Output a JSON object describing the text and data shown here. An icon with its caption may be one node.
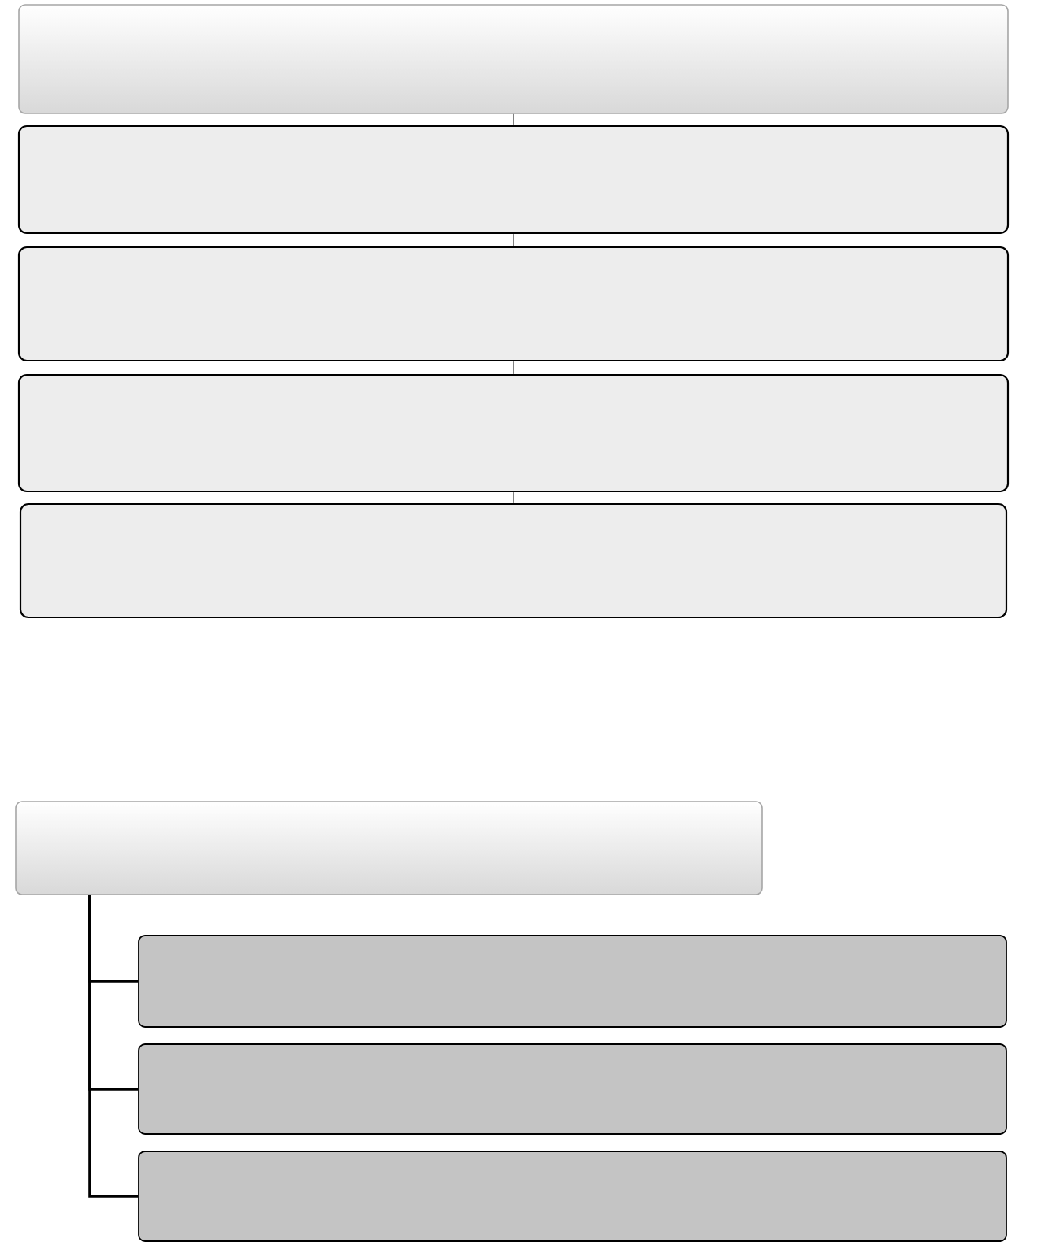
{
  "diagram": {
    "nodes": [
      {
        "text": [],
        "shape": "box"
      },
      {
        "text": [],
        "shape": "box"
      },
      {
        "text": [],
        "shape": "box"
      },
      {
        "text": [],
        "shape": "box"
      },
      {
        "text": [],
        "shape": "box"
      },
      {
        "text": [],
        "shape": "box"
      },
      {
        "text": [],
        "shape": "box"
      },
      {
        "text": [],
        "shape": "box"
      },
      {
        "text": [],
        "shape": "box"
      }
    ],
    "edges": [
      {
        "from": 0,
        "to": 1,
        "arrow": "none"
      },
      {
        "from": 1,
        "to": 2,
        "arrow": "none"
      },
      {
        "from": 2,
        "to": 3,
        "arrow": "none"
      },
      {
        "from": 3,
        "to": 4,
        "arrow": "none"
      },
      {
        "from": 5,
        "to": 6,
        "arrow": "none",
        "color": "#000000"
      },
      {
        "from": 5,
        "to": 7,
        "arrow": "none",
        "color": "#000000"
      },
      {
        "from": 5,
        "to": 8,
        "arrow": "none",
        "color": "#000000"
      }
    ]
  }
}
